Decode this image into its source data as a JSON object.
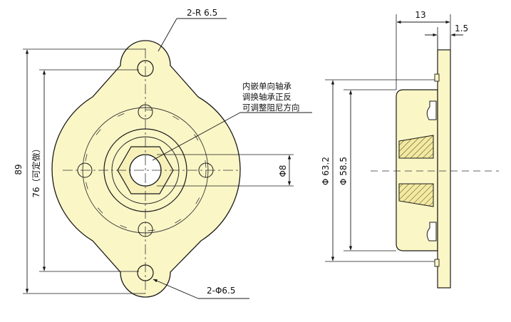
{
  "colors": {
    "part_fill": "#fbf6c6",
    "part_stroke": "#1a1a1a",
    "dim_line": "#1a1a1a"
  },
  "front_view": {
    "label_ear_radius": "2-R 6.5",
    "label_hole_dia": "2-Φ6.5",
    "label_height_89": "89",
    "label_height_76": "76（可定做）",
    "label_bore": "Φ8",
    "note_lines": [
      "内嵌单向轴承",
      "调换轴承正反",
      "可调整阻尼方向"
    ]
  },
  "side_view": {
    "label_width_13": "13",
    "label_flange_1_5": "1.5",
    "label_dia_63_2": "Φ 63.2",
    "label_dia_58_5": "Φ 58.5"
  }
}
